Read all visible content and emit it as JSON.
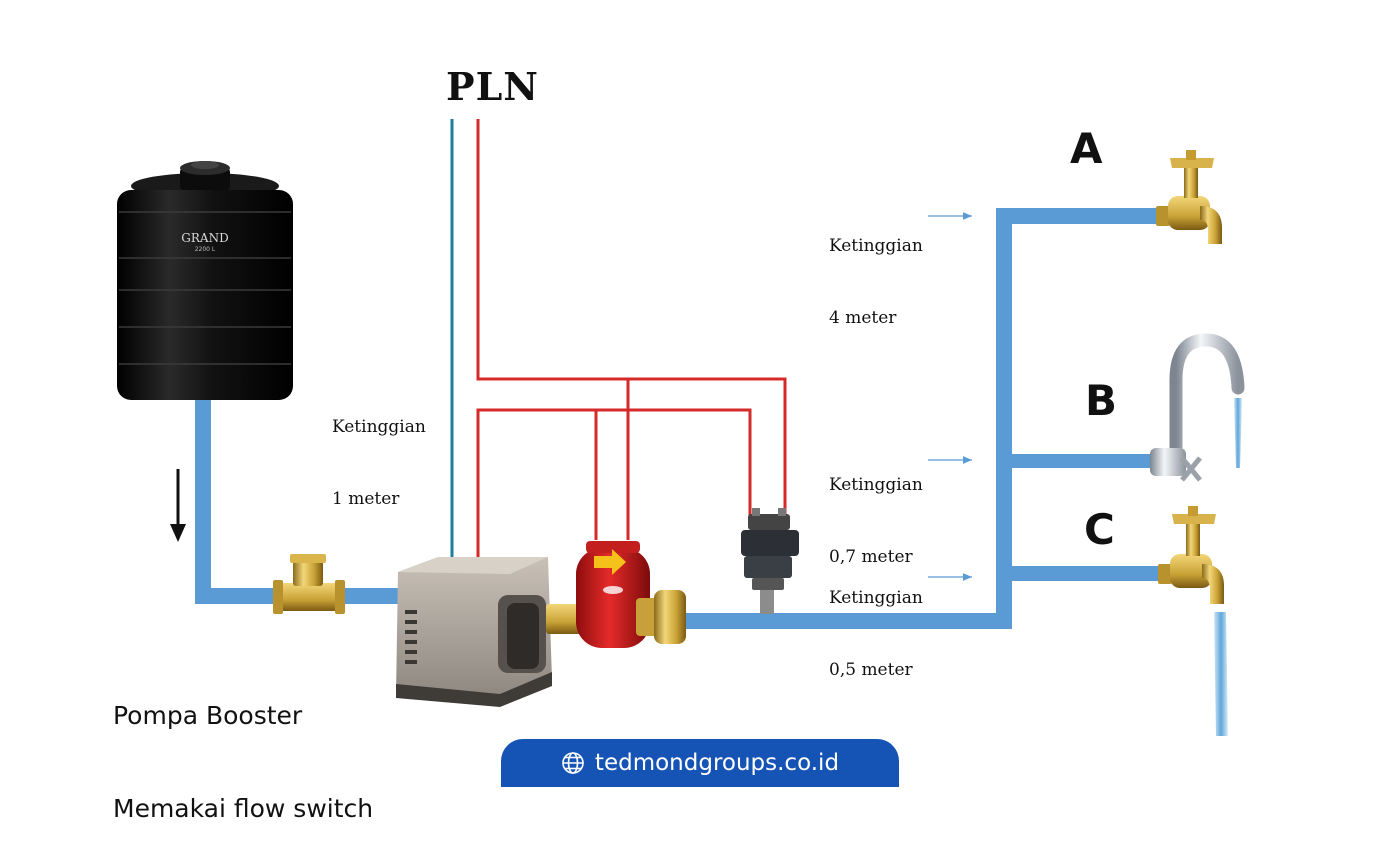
{
  "power_label": "PLN",
  "tank_brand": "GRAND",
  "tank_capacity": "2200 L",
  "tank_height_label": [
    "Ketinggian",
    "1 meter"
  ],
  "pump_caption": [
    "Pompa Booster",
    "Memakai flow switch"
  ],
  "taps": [
    {
      "letter": "A",
      "height_label": [
        "Ketinggian",
        "4 meter"
      ]
    },
    {
      "letter": "B",
      "height_label": [
        "Ketinggian",
        "0,7 meter"
      ]
    },
    {
      "letter": "C",
      "height_label": [
        "Ketinggian",
        "0,5 meter"
      ]
    }
  ],
  "footer": {
    "icon": "globe-icon",
    "text": "tedmondgroups.co.id"
  },
  "colors": {
    "pipe": "#5b9bd5",
    "wire_live": "#d62a2a",
    "wire_neutral": "#1f7f9a",
    "footer": "#1553b5"
  }
}
